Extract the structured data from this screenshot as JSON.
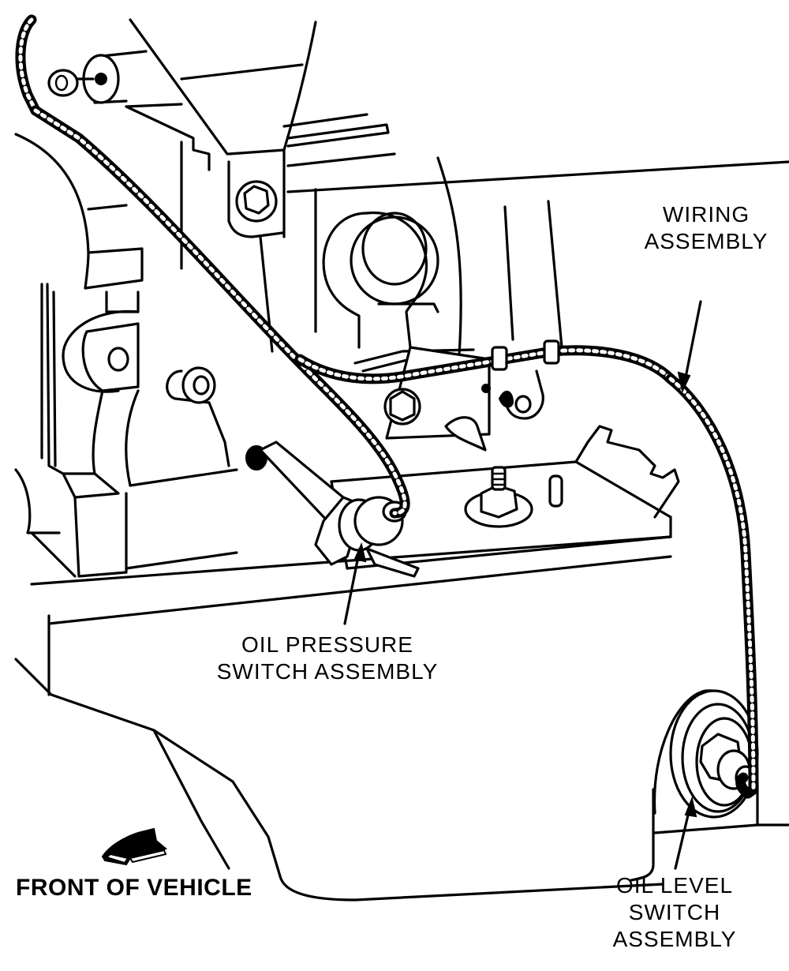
{
  "diagram": {
    "subject": "engine oil pressure and oil level switch wiring",
    "labels": {
      "wiring_assembly": [
        "WIRING",
        "ASSEMBLY"
      ],
      "oil_pressure_switch": [
        "OIL PRESSURE",
        "SWITCH ASSEMBLY"
      ],
      "oil_level_switch": [
        "OIL LEVEL",
        "SWITCH",
        "ASSEMBLY"
      ],
      "front_of_vehicle": "FRONT OF VEHICLE"
    },
    "icons": {
      "direction_arrow": "left-arrow-icon"
    },
    "colors": {
      "ink": "#000000",
      "paper": "#ffffff"
    }
  }
}
